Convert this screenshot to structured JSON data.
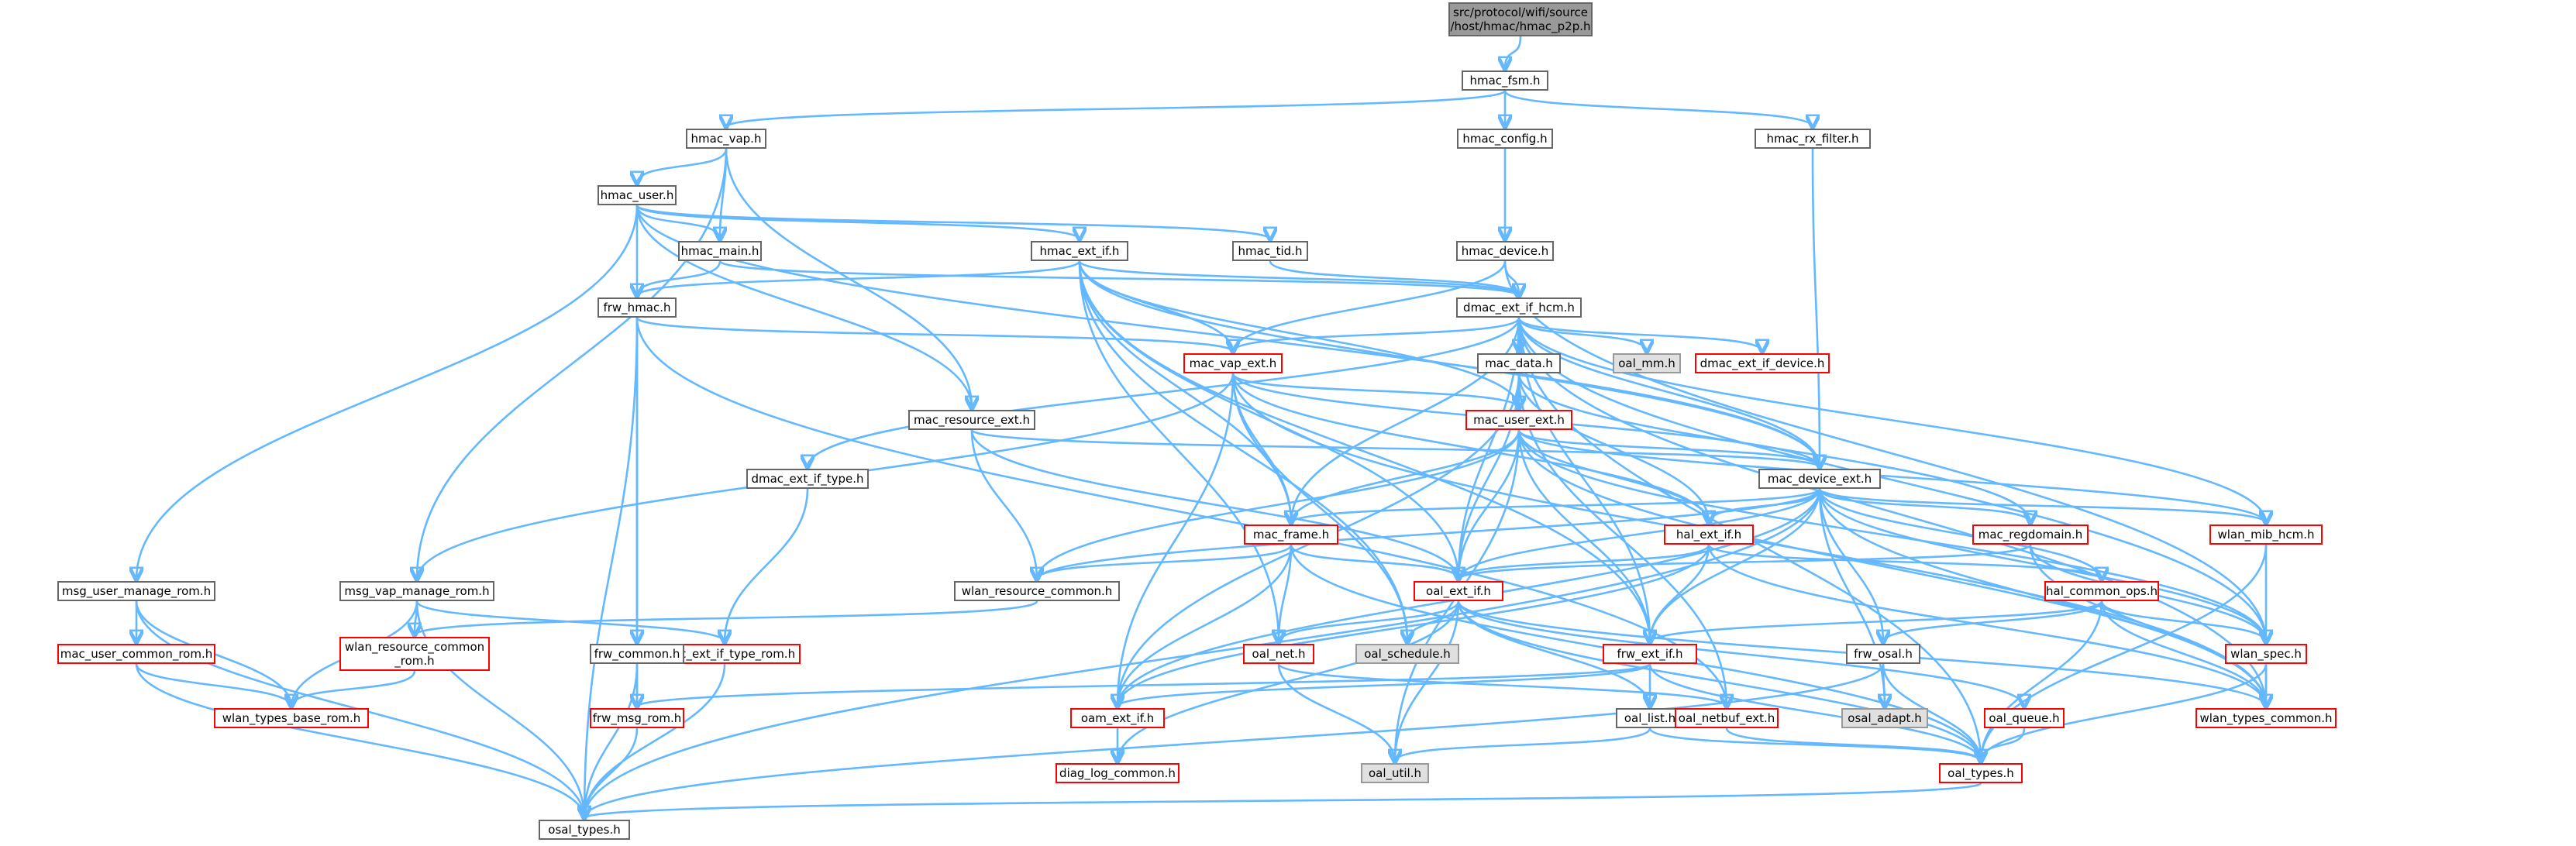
{
  "graph": {
    "root": "src/protocol/wifi/source\n/host/hmac/hmac_p2p.h",
    "nodes": [
      {
        "id": "root",
        "label": "src/protocol/wifi/source\n/host/hmac/hmac_p2p.h",
        "style": "root"
      },
      {
        "id": "hmac_fsm",
        "label": "hmac_fsm.h",
        "style": "normal"
      },
      {
        "id": "hmac_vap",
        "label": "hmac_vap.h",
        "style": "normal"
      },
      {
        "id": "hmac_config",
        "label": "hmac_config.h",
        "style": "normal"
      },
      {
        "id": "hmac_rx_filter",
        "label": "hmac_rx_filter.h",
        "style": "normal"
      },
      {
        "id": "hmac_user",
        "label": "hmac_user.h",
        "style": "normal"
      },
      {
        "id": "hmac_main",
        "label": "hmac_main.h",
        "style": "normal"
      },
      {
        "id": "hmac_ext_if",
        "label": "hmac_ext_if.h",
        "style": "normal"
      },
      {
        "id": "hmac_tid",
        "label": "hmac_tid.h",
        "style": "normal"
      },
      {
        "id": "hmac_device",
        "label": "hmac_device.h",
        "style": "normal"
      },
      {
        "id": "frw_hmac",
        "label": "frw_hmac.h",
        "style": "normal"
      },
      {
        "id": "dmac_ext_if_hcm",
        "label": "dmac_ext_if_hcm.h",
        "style": "normal"
      },
      {
        "id": "mac_vap_ext",
        "label": "mac_vap_ext.h",
        "style": "red"
      },
      {
        "id": "mac_data",
        "label": "mac_data.h",
        "style": "normal"
      },
      {
        "id": "oal_mm",
        "label": "oal_mm.h",
        "style": "grey"
      },
      {
        "id": "dmac_ext_if_device",
        "label": "dmac_ext_if_device.h",
        "style": "red"
      },
      {
        "id": "mac_resource_ext",
        "label": "mac_resource_ext.h",
        "style": "normal"
      },
      {
        "id": "mac_user_ext",
        "label": "mac_user_ext.h",
        "style": "red"
      },
      {
        "id": "dmac_ext_if_type",
        "label": "dmac_ext_if_type.h",
        "style": "normal"
      },
      {
        "id": "mac_device_ext",
        "label": "mac_device_ext.h",
        "style": "normal"
      },
      {
        "id": "mac_frame",
        "label": "mac_frame.h",
        "style": "red"
      },
      {
        "id": "hal_ext_if",
        "label": "hal_ext_if.h",
        "style": "red"
      },
      {
        "id": "mac_regdomain",
        "label": "mac_regdomain.h",
        "style": "red"
      },
      {
        "id": "wlan_mib_hcm",
        "label": "wlan_mib_hcm.h",
        "style": "red"
      },
      {
        "id": "msg_user_manage_rom",
        "label": "msg_user_manage_rom.h",
        "style": "normal"
      },
      {
        "id": "msg_vap_manage_rom",
        "label": "msg_vap_manage_rom.h",
        "style": "normal"
      },
      {
        "id": "wlan_resource_common",
        "label": "wlan_resource_common.h",
        "style": "normal"
      },
      {
        "id": "oal_ext_if",
        "label": "oal_ext_if.h",
        "style": "red"
      },
      {
        "id": "hal_common_ops",
        "label": "hal_common_ops.h",
        "style": "red"
      },
      {
        "id": "mac_user_common_rom",
        "label": "mac_user_common_rom.h",
        "style": "red"
      },
      {
        "id": "wlan_resource_common_rom",
        "label": "wlan_resource_common\n_rom.h",
        "style": "red"
      },
      {
        "id": "dmac_ext_if_type_rom",
        "label": "dmac_ext_if_type_rom.h",
        "style": "red"
      },
      {
        "id": "frw_common",
        "label": "frw_common.h",
        "style": "normal"
      },
      {
        "id": "oal_net",
        "label": "oal_net.h",
        "style": "red"
      },
      {
        "id": "oal_schedule",
        "label": "oal_schedule.h",
        "style": "grey"
      },
      {
        "id": "frw_ext_if",
        "label": "frw_ext_if.h",
        "style": "red"
      },
      {
        "id": "frw_osal",
        "label": "frw_osal.h",
        "style": "normal"
      },
      {
        "id": "wlan_spec",
        "label": "wlan_spec.h",
        "style": "red"
      },
      {
        "id": "wlan_types_base_rom",
        "label": "wlan_types_base_rom.h",
        "style": "red"
      },
      {
        "id": "frw_msg_rom",
        "label": "frw_msg_rom.h",
        "style": "red"
      },
      {
        "id": "oam_ext_if",
        "label": "oam_ext_if.h",
        "style": "red"
      },
      {
        "id": "oal_list",
        "label": "oal_list.h",
        "style": "normal"
      },
      {
        "id": "oal_netbuf_ext",
        "label": "oal_netbuf_ext.h",
        "style": "red"
      },
      {
        "id": "osal_adapt",
        "label": "osal_adapt.h",
        "style": "grey"
      },
      {
        "id": "oal_queue",
        "label": "oal_queue.h",
        "style": "red"
      },
      {
        "id": "wlan_types_common",
        "label": "wlan_types_common.h",
        "style": "red"
      },
      {
        "id": "diag_log_common",
        "label": "diag_log_common.h",
        "style": "red"
      },
      {
        "id": "oal_util",
        "label": "oal_util.h",
        "style": "grey"
      },
      {
        "id": "oal_types",
        "label": "oal_types.h",
        "style": "red"
      },
      {
        "id": "osal_types",
        "label": "osal_types.h",
        "style": "normal"
      }
    ],
    "edges": [
      [
        "root",
        "hmac_fsm"
      ],
      [
        "hmac_fsm",
        "hmac_vap"
      ],
      [
        "hmac_fsm",
        "hmac_config"
      ],
      [
        "hmac_fsm",
        "hmac_rx_filter"
      ],
      [
        "hmac_vap",
        "hmac_user"
      ],
      [
        "hmac_vap",
        "hmac_main"
      ],
      [
        "hmac_vap",
        "mac_resource_ext"
      ],
      [
        "hmac_vap",
        "msg_vap_manage_rom"
      ],
      [
        "hmac_config",
        "hmac_device"
      ],
      [
        "hmac_rx_filter",
        "mac_device_ext"
      ],
      [
        "hmac_user",
        "hmac_main"
      ],
      [
        "hmac_user",
        "hmac_ext_if"
      ],
      [
        "hmac_user",
        "hmac_tid"
      ],
      [
        "hmac_user",
        "frw_hmac"
      ],
      [
        "hmac_user",
        "mac_resource_ext"
      ],
      [
        "hmac_user",
        "msg_user_manage_rom"
      ],
      [
        "hmac_user",
        "mac_device_ext"
      ],
      [
        "hmac_main",
        "frw_hmac"
      ],
      [
        "hmac_main",
        "dmac_ext_if_hcm"
      ],
      [
        "hmac_ext_if",
        "frw_hmac"
      ],
      [
        "hmac_ext_if",
        "dmac_ext_if_hcm"
      ],
      [
        "hmac_ext_if",
        "mac_vap_ext"
      ],
      [
        "hmac_ext_if",
        "mac_user_ext"
      ],
      [
        "hmac_ext_if",
        "mac_frame"
      ],
      [
        "hmac_ext_if",
        "oal_ext_if"
      ],
      [
        "hmac_ext_if",
        "oal_net"
      ],
      [
        "hmac_ext_if",
        "oal_schedule"
      ],
      [
        "hmac_ext_if",
        "frw_ext_if"
      ],
      [
        "hmac_ext_if",
        "mac_device_ext"
      ],
      [
        "hmac_tid",
        "dmac_ext_if_hcm"
      ],
      [
        "hmac_device",
        "dmac_ext_if_hcm"
      ],
      [
        "hmac_device",
        "mac_vap_ext"
      ],
      [
        "hmac_device",
        "wlan_spec"
      ],
      [
        "frw_hmac",
        "mac_vap_ext"
      ],
      [
        "frw_hmac",
        "frw_common"
      ],
      [
        "frw_hmac",
        "frw_msg_rom"
      ],
      [
        "frw_hmac",
        "osal_types"
      ],
      [
        "frw_hmac",
        "oal_netbuf_ext"
      ],
      [
        "dmac_ext_if_hcm",
        "mac_vap_ext"
      ],
      [
        "dmac_ext_if_hcm",
        "mac_data"
      ],
      [
        "dmac_ext_if_hcm",
        "oal_mm"
      ],
      [
        "dmac_ext_if_hcm",
        "dmac_ext_if_device"
      ],
      [
        "dmac_ext_if_hcm",
        "mac_user_ext"
      ],
      [
        "dmac_ext_if_hcm",
        "dmac_ext_if_type"
      ],
      [
        "dmac_ext_if_hcm",
        "mac_frame"
      ],
      [
        "dmac_ext_if_hcm",
        "oal_ext_if"
      ],
      [
        "dmac_ext_if_hcm",
        "mac_device_ext"
      ],
      [
        "dmac_ext_if_hcm",
        "wlan_mib_hcm"
      ],
      [
        "dmac_ext_if_hcm",
        "wlan_types_common"
      ],
      [
        "dmac_ext_if_hcm",
        "oal_types"
      ],
      [
        "dmac_ext_if_hcm",
        "frw_ext_if"
      ],
      [
        "dmac_ext_if_hcm",
        "wlan_spec"
      ],
      [
        "mac_vap_ext",
        "mac_user_ext"
      ],
      [
        "mac_vap_ext",
        "mac_frame"
      ],
      [
        "mac_vap_ext",
        "msg_vap_manage_rom"
      ],
      [
        "mac_vap_ext",
        "oam_ext_if"
      ],
      [
        "mac_vap_ext",
        "oal_schedule"
      ],
      [
        "mac_vap_ext",
        "hal_ext_if"
      ],
      [
        "mac_vap_ext",
        "mac_device_ext"
      ],
      [
        "mac_vap_ext",
        "wlan_types_common"
      ],
      [
        "mac_data",
        "mac_user_ext"
      ],
      [
        "mac_data",
        "oal_ext_if"
      ],
      [
        "mac_data",
        "oam_ext_if"
      ],
      [
        "mac_data",
        "hal_ext_if"
      ],
      [
        "mac_data",
        "mac_regdomain"
      ],
      [
        "mac_data",
        "oal_netbuf_ext"
      ],
      [
        "mac_resource_ext",
        "mac_device_ext"
      ],
      [
        "mac_resource_ext",
        "wlan_resource_common"
      ],
      [
        "mac_resource_ext",
        "oal_ext_if"
      ],
      [
        "mac_user_ext",
        "mac_device_ext"
      ],
      [
        "mac_user_ext",
        "mac_frame"
      ],
      [
        "mac_user_ext",
        "hal_ext_if"
      ],
      [
        "mac_user_ext",
        "oal_ext_if"
      ],
      [
        "mac_user_ext",
        "wlan_resource_common"
      ],
      [
        "mac_user_ext",
        "frw_ext_if"
      ],
      [
        "mac_user_ext",
        "oal_util"
      ],
      [
        "mac_user_ext",
        "wlan_spec"
      ],
      [
        "mac_user_ext",
        "wlan_types_common"
      ],
      [
        "mac_user_ext",
        "wlan_mib_hcm"
      ],
      [
        "dmac_ext_if_type",
        "dmac_ext_if_type_rom"
      ],
      [
        "mac_device_ext",
        "mac_frame"
      ],
      [
        "mac_device_ext",
        "hal_ext_if"
      ],
      [
        "mac_device_ext",
        "mac_regdomain"
      ],
      [
        "mac_device_ext",
        "wlan_mib_hcm"
      ],
      [
        "mac_device_ext",
        "oal_ext_if"
      ],
      [
        "mac_device_ext",
        "wlan_resource_common"
      ],
      [
        "mac_device_ext",
        "frw_ext_if"
      ],
      [
        "mac_device_ext",
        "frw_osal"
      ],
      [
        "mac_device_ext",
        "osal_adapt"
      ],
      [
        "mac_device_ext",
        "oam_ext_if"
      ],
      [
        "mac_device_ext",
        "wlan_spec"
      ],
      [
        "mac_device_ext",
        "wlan_types_common"
      ],
      [
        "mac_device_ext",
        "hal_common_ops"
      ],
      [
        "mac_device_ext",
        "osal_types"
      ],
      [
        "mac_frame",
        "oal_ext_if"
      ],
      [
        "mac_frame",
        "wlan_resource_common"
      ],
      [
        "mac_frame",
        "oal_net"
      ],
      [
        "mac_frame",
        "oam_ext_if"
      ],
      [
        "mac_frame",
        "oal_types"
      ],
      [
        "hal_ext_if",
        "hal_common_ops"
      ],
      [
        "hal_ext_if",
        "oal_ext_if"
      ],
      [
        "hal_ext_if",
        "frw_ext_if"
      ],
      [
        "hal_ext_if",
        "oam_ext_if"
      ],
      [
        "hal_ext_if",
        "wlan_types_common"
      ],
      [
        "mac_regdomain",
        "oal_ext_if"
      ],
      [
        "mac_regdomain",
        "wlan_spec"
      ],
      [
        "mac_regdomain",
        "wlan_types_common"
      ],
      [
        "wlan_mib_hcm",
        "wlan_types_common"
      ],
      [
        "wlan_mib_hcm",
        "oal_types"
      ],
      [
        "msg_user_manage_rom",
        "mac_user_common_rom"
      ],
      [
        "msg_user_manage_rom",
        "wlan_types_base_rom"
      ],
      [
        "msg_user_manage_rom",
        "osal_types"
      ],
      [
        "msg_vap_manage_rom",
        "wlan_resource_common_rom"
      ],
      [
        "msg_vap_manage_rom",
        "dmac_ext_if_type_rom"
      ],
      [
        "msg_vap_manage_rom",
        "wlan_types_base_rom"
      ],
      [
        "msg_vap_manage_rom",
        "osal_types"
      ],
      [
        "wlan_resource_common",
        "wlan_resource_common_rom"
      ],
      [
        "oal_ext_if",
        "oal_net"
      ],
      [
        "oal_ext_if",
        "oal_schedule"
      ],
      [
        "oal_ext_if",
        "oal_list"
      ],
      [
        "oal_ext_if",
        "oal_queue"
      ],
      [
        "oal_ext_if",
        "oal_util"
      ],
      [
        "oal_ext_if",
        "oal_types"
      ],
      [
        "oal_ext_if",
        "diag_log_common"
      ],
      [
        "oal_ext_if",
        "wlan_types_common"
      ],
      [
        "hal_common_ops",
        "frw_osal"
      ],
      [
        "hal_common_ops",
        "frw_ext_if"
      ],
      [
        "hal_common_ops",
        "wlan_spec"
      ],
      [
        "hal_common_ops",
        "wlan_types_common"
      ],
      [
        "hal_common_ops",
        "oal_types"
      ],
      [
        "mac_user_common_rom",
        "wlan_types_base_rom"
      ],
      [
        "mac_user_common_rom",
        "osal_types"
      ],
      [
        "wlan_resource_common_rom",
        "wlan_types_base_rom"
      ],
      [
        "dmac_ext_if_type_rom",
        "osal_types"
      ],
      [
        "frw_common",
        "frw_msg_rom"
      ],
      [
        "frw_common",
        "osal_types"
      ],
      [
        "oal_net",
        "oal_netbuf_ext"
      ],
      [
        "oal_net",
        "oal_util"
      ],
      [
        "frw_ext_if",
        "oam_ext_if"
      ],
      [
        "frw_ext_if",
        "oal_list"
      ],
      [
        "frw_ext_if",
        "frw_msg_rom"
      ],
      [
        "frw_ext_if",
        "oal_types"
      ],
      [
        "frw_osal",
        "osal_adapt"
      ],
      [
        "frw_osal",
        "oal_types"
      ],
      [
        "frw_osal",
        "osal_types"
      ],
      [
        "wlan_spec",
        "wlan_types_common"
      ],
      [
        "wlan_spec",
        "oal_types"
      ],
      [
        "frw_msg_rom",
        "osal_types"
      ],
      [
        "oam_ext_if",
        "diag_log_common"
      ],
      [
        "oal_list",
        "oal_util"
      ],
      [
        "oal_list",
        "oal_types"
      ],
      [
        "oal_netbuf_ext",
        "oal_types"
      ],
      [
        "oal_queue",
        "oal_types"
      ],
      [
        "oal_types",
        "osal_types"
      ]
    ]
  },
  "colors": {
    "edge": "#63b8ff",
    "border": "#666666",
    "border_red": "#ff0000",
    "fill_grey": "#e0e0e0",
    "fill_root": "#999999"
  }
}
